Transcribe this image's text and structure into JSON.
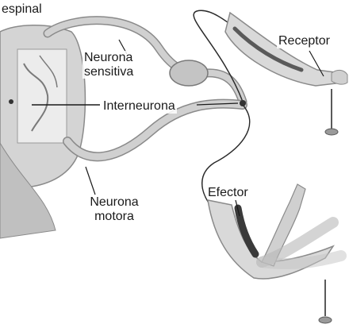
{
  "labels": {
    "spinal": "espinal",
    "sensory_l1": "Neurona",
    "sensory_l2": "sensitiva",
    "interneuron": "Interneurona",
    "motor_l1": "Neurona",
    "motor_l2": "motora",
    "receptor": "Receptor",
    "effector": "Efector"
  },
  "colors": {
    "background": "#ffffff",
    "nerve": "#c8c8c8",
    "nerve_edge": "#8a8a8a",
    "skin": "#d9d9d9",
    "muscle": "#4a4a4a",
    "line": "#1a1a1a"
  }
}
